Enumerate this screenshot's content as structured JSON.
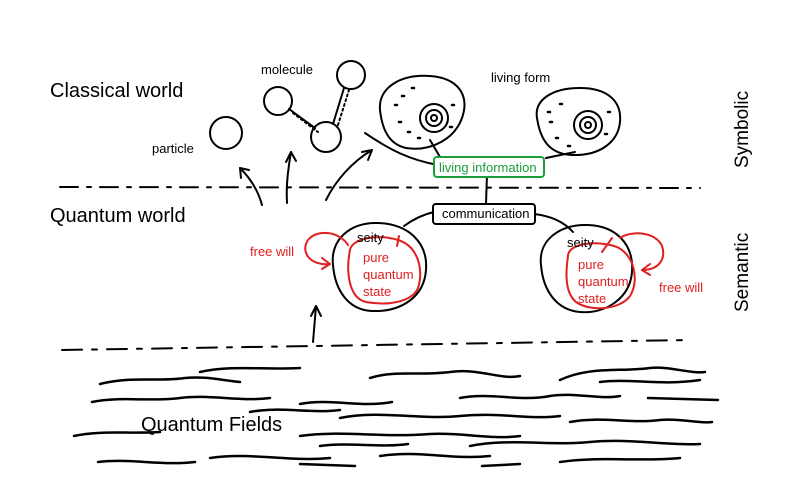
{
  "layers": {
    "classical": "Classical  world",
    "quantum": "Quantum world",
    "fields": "Quantum Fields"
  },
  "side_labels": {
    "symbolic": "Symbolic",
    "semantic": "Semantic"
  },
  "nodes": {
    "molecule": "molecule",
    "particle": "particle",
    "living_form": "living form",
    "living_information": "living information",
    "communication": "communication"
  },
  "beings": [
    {
      "seity": "seity",
      "state_lines": [
        "pure",
        "quantum",
        "state"
      ],
      "free_will": "free will"
    },
    {
      "seity": "seity",
      "state_lines": [
        "pure",
        "quantum",
        "state"
      ],
      "free_will": "free will"
    }
  ],
  "colors": {
    "ink": "#000000",
    "accent_red": "#e02020",
    "accent_green": "#1a9e3a"
  }
}
